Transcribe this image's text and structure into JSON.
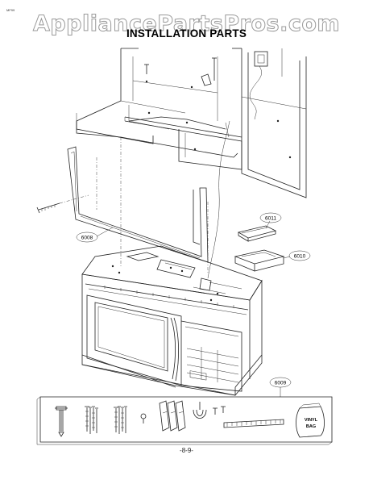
{
  "watermark": "AppliancePartsPros.com",
  "title": "INSTALLATION PARTS",
  "corner_code": "MF99",
  "page_number": "-8-9-",
  "callouts": {
    "c6008": "6008",
    "c6009": "6009",
    "c6010": "6010",
    "c6011": "6011"
  },
  "vinyl_bag": {
    "line1": "VINYL",
    "line2": "BAG"
  }
}
